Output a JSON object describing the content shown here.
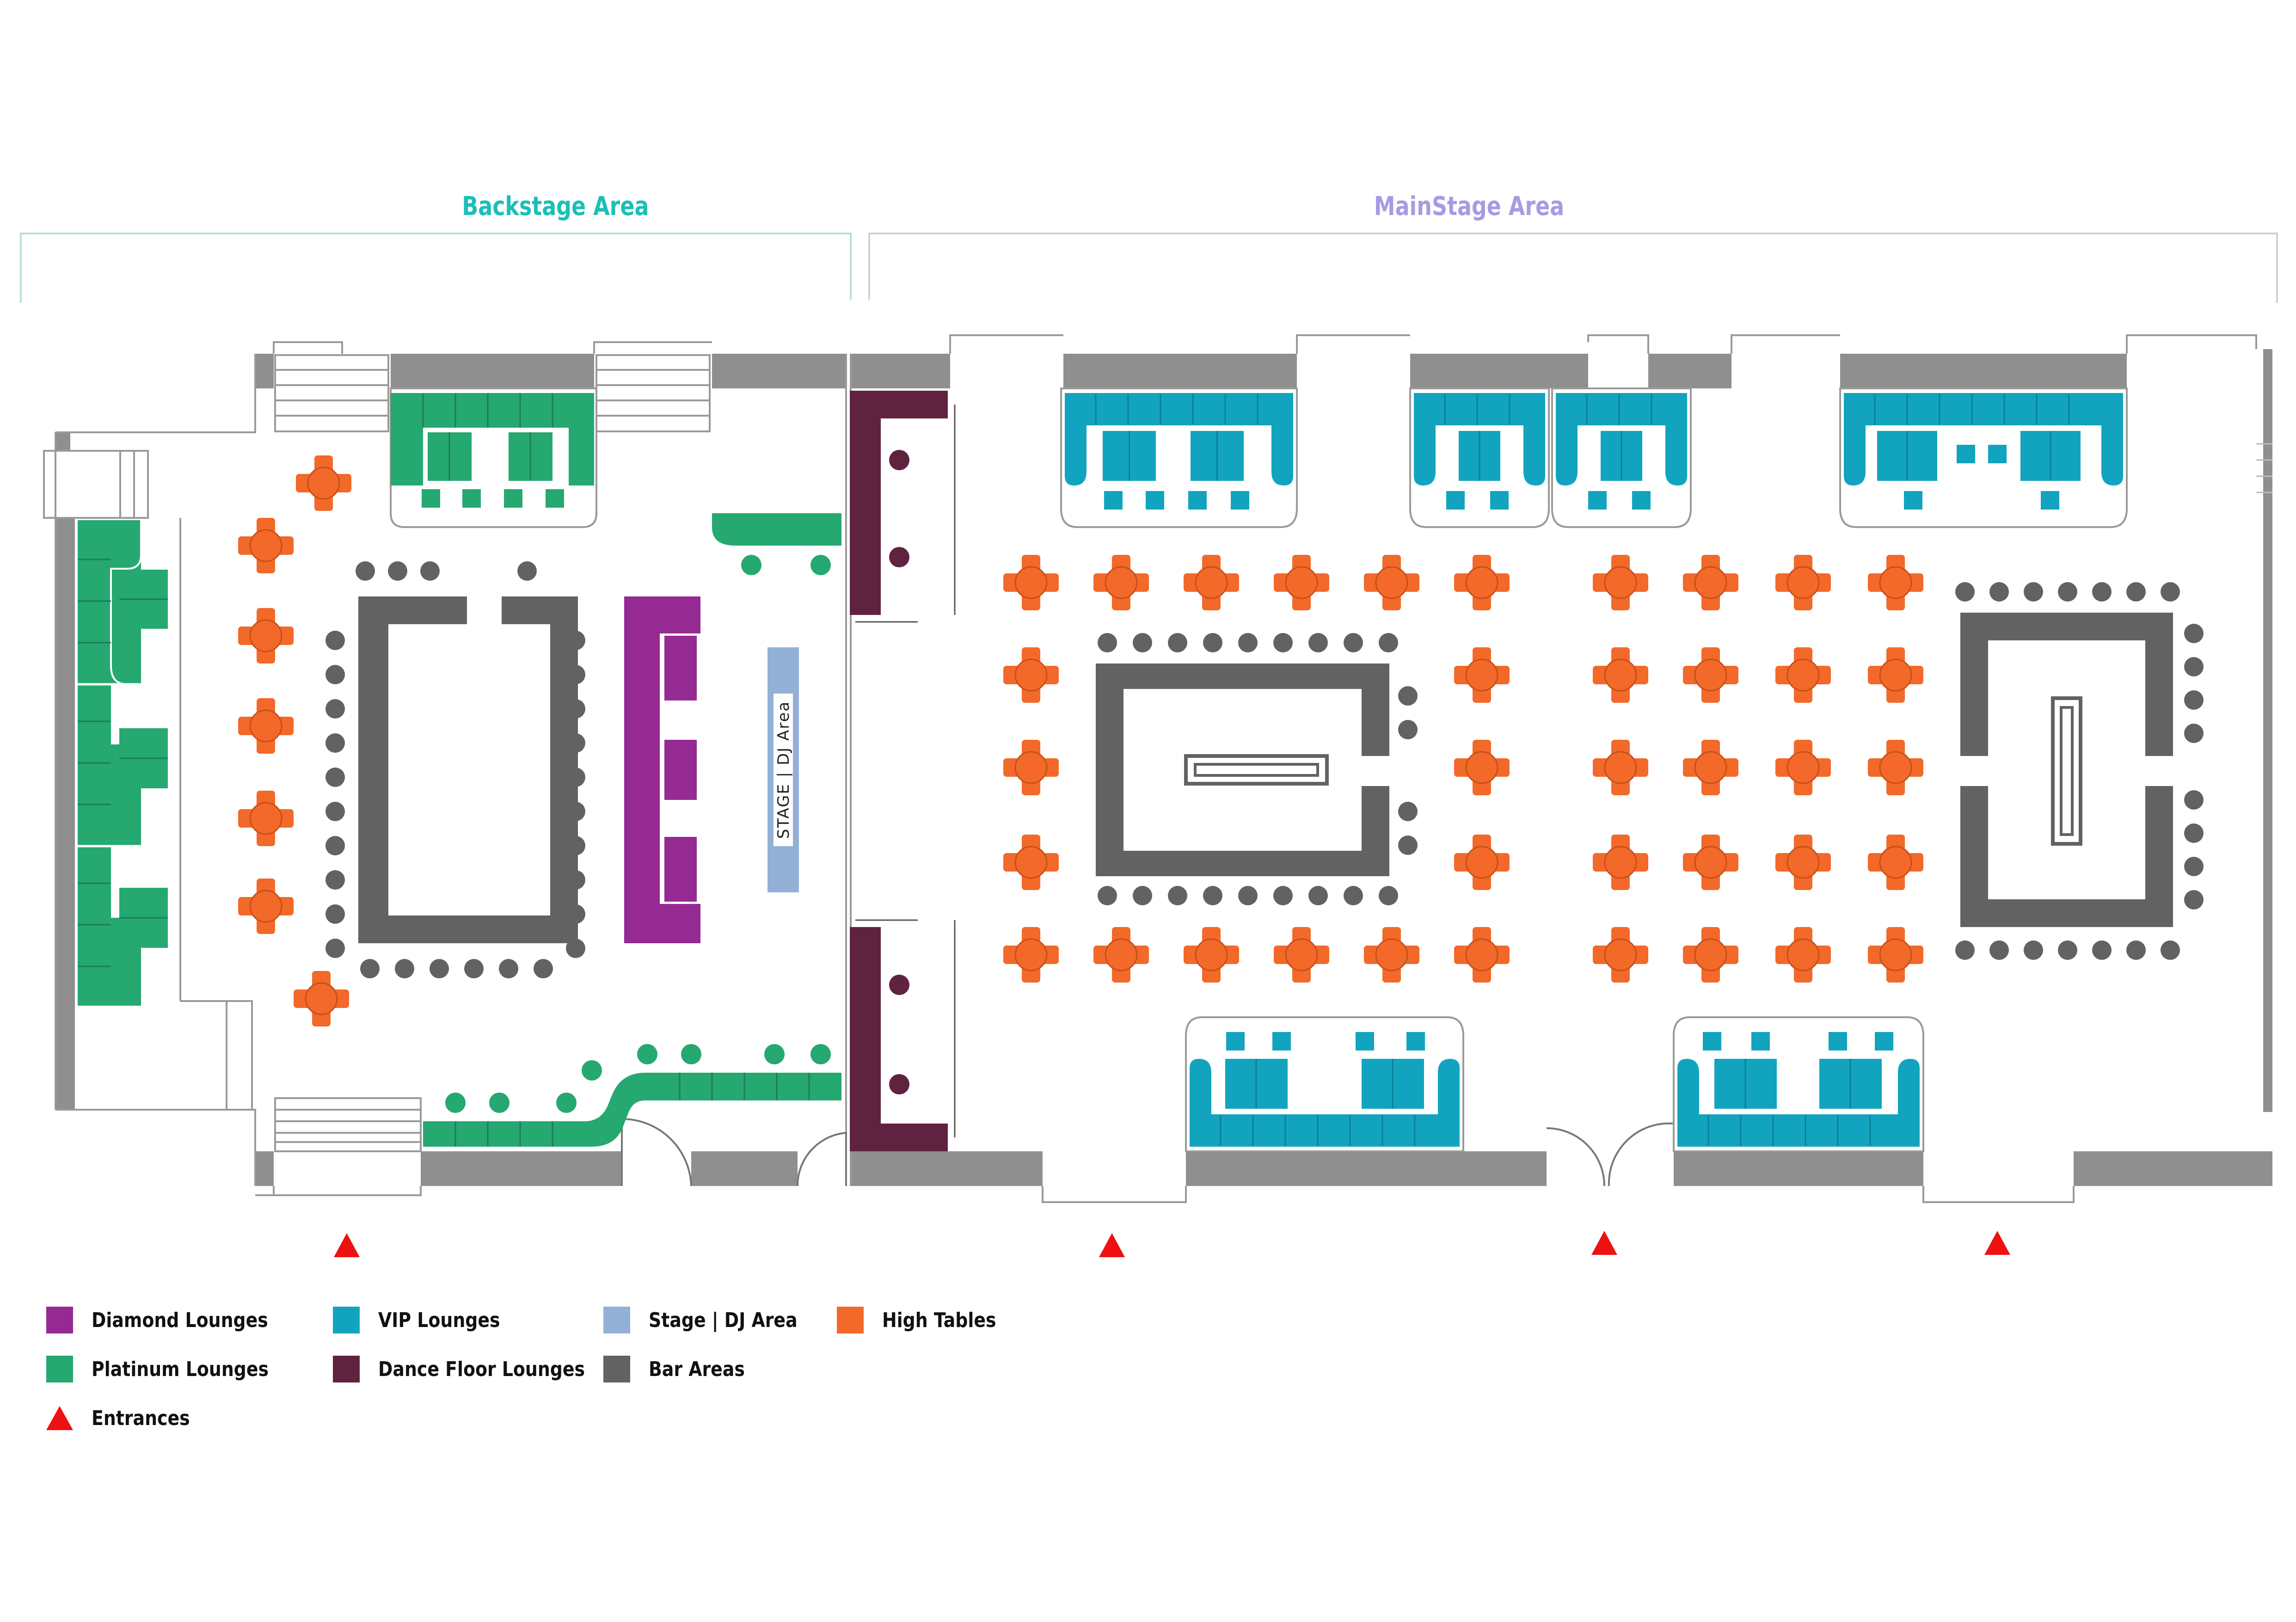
{
  "areas": {
    "backstage": {
      "label": "Backstage Area",
      "color": "#1bbfb8"
    },
    "mainstage": {
      "label": "MainStage Area",
      "color": "#a79be3"
    }
  },
  "stage_label": "STAGE | DJ Area",
  "legend": [
    {
      "label": "Diamond Lounges",
      "color": "#952a92",
      "icon": "square-swatch"
    },
    {
      "label": "Platinum Lounges",
      "color": "#26a871",
      "icon": "square-swatch"
    },
    {
      "label": "Entrances",
      "color": "#ee1111",
      "icon": "triangle-marker"
    },
    {
      "label": "VIP Lounges",
      "color": "#12a4be",
      "icon": "square-swatch"
    },
    {
      "label": "Dance Floor Lounges",
      "color": "#5f2340",
      "icon": "square-swatch"
    },
    {
      "label": "Stage | DJ Area",
      "color": "#93b1d6",
      "icon": "square-swatch"
    },
    {
      "label": "Bar Areas",
      "color": "#626262",
      "icon": "square-swatch"
    },
    {
      "label": "High Tables",
      "color": "#f2692a",
      "icon": "square-swatch"
    }
  ],
  "colors": {
    "diamond": "#952a92",
    "platinum": "#26a871",
    "vip": "#12a4be",
    "dance": "#5f2340",
    "stage": "#93b1d6",
    "bar": "#626262",
    "high_table": "#f2692a",
    "entrance": "#ee1111",
    "wall": "#8e8e8e"
  }
}
